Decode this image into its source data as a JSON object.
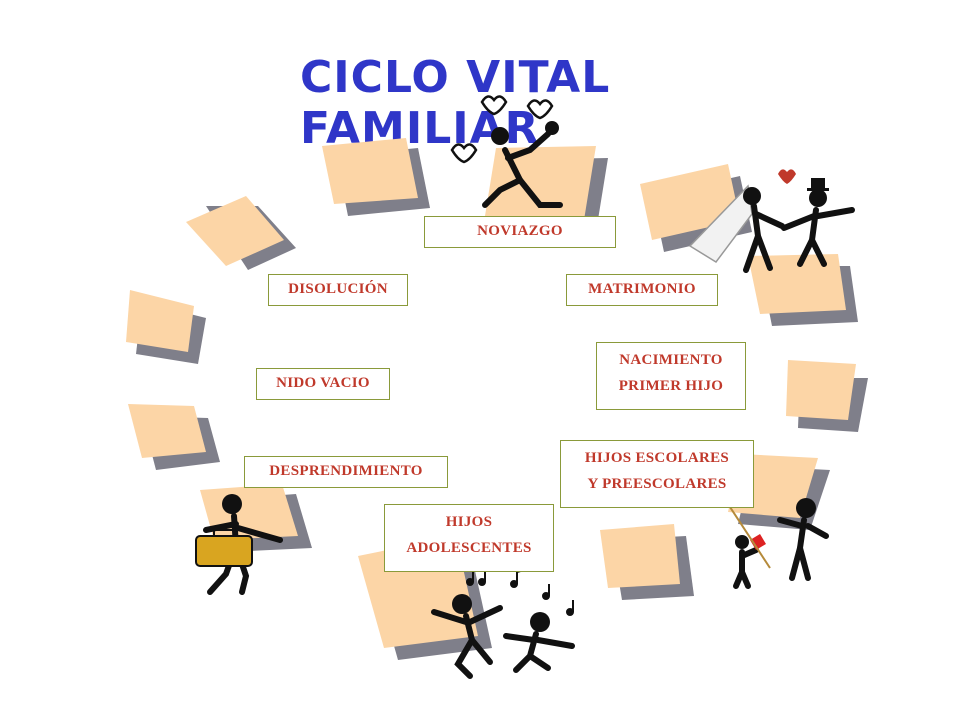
{
  "title": "CICLO VITAL FAMILIAR",
  "colors": {
    "title": "#2f36c8",
    "label_text": "#c0392b",
    "label_border": "#8a9a3a",
    "card_face": "#fcd5a6",
    "card_shadow": "#7f7f8a"
  },
  "stages": {
    "noviazgo": "NOVIAZGO",
    "matrimonio": "MATRIMONIO",
    "nacimiento_1": "NACIMIENTO",
    "nacimiento_2": "PRIMER HIJO",
    "escolares_1": "HIJOS ESCOLARES",
    "escolares_2": "Y PREESCOLARES",
    "adolescentes_1": "HIJOS",
    "adolescentes_2": "ADOLESCENTES",
    "desprendimiento": "DESPRENDIMIENTO",
    "nido_vacio": "NIDO VACIO",
    "disolucion": "DISOLUCIÓN"
  },
  "icons": [
    "couple-proposal-icon",
    "wedding-couple-icon",
    "parent-child-icon",
    "dancing-teens-icon",
    "person-with-suitcase-icon",
    "heart-icon",
    "music-note-icon"
  ]
}
